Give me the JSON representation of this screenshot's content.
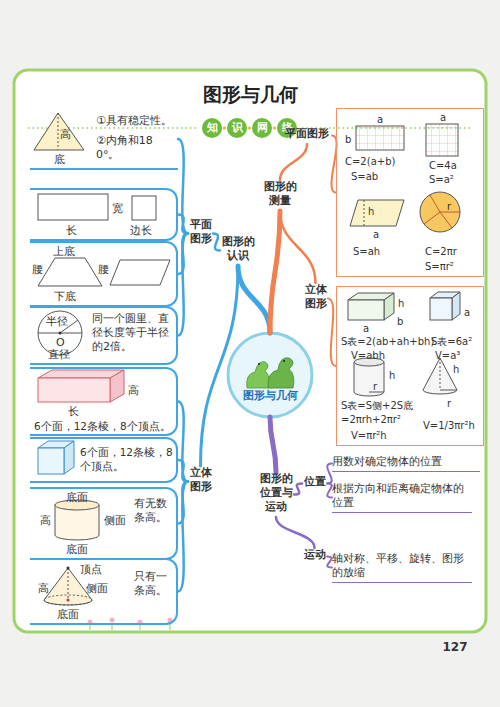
{
  "diagram": {
    "title": "图形与几何",
    "nodes": [
      {
        "text": [
          "图形与几何"
        ]
      },
      {
        "text": [
          "图形的认识"
        ]
      },
      {
        "text": [
          "平面图形"
        ]
      },
      {
        "text": [
          "立体图形"
        ]
      },
      {
        "text": [
          "高",
          "底",
          "①具有稳定性。",
          "②内角和180°。"
        ]
      },
      {
        "text": [
          "长",
          "宽",
          "边长"
        ]
      },
      {
        "text": [
          "上底",
          "腰",
          "腰",
          "下底"
        ]
      },
      {
        "text": [
          "半径",
          "O",
          "直径",
          "同一个圆里、直径长度等于半径的2倍。"
        ]
      },
      {
        "text": [
          "高",
          "长",
          "6个面，12条棱，8个顶点。"
        ]
      },
      {
        "text": [
          "6个面，12条棱，8个顶点。"
        ]
      },
      {
        "text": [
          "底面",
          "高",
          "侧面",
          "底面",
          "有无数条高。"
        ]
      },
      {
        "text": [
          "顶点",
          "高",
          "侧面",
          "底面",
          "只有一条高。"
        ]
      },
      {
        "text": [
          "图形的测量"
        ]
      },
      {
        "text": [
          "平面图形"
        ]
      },
      {
        "text": [
          "立体图形"
        ]
      },
      {
        "text": [
          "a",
          "b",
          "C=2(a+b)",
          "S=ab",
          "a",
          "C=4a",
          "S=a²",
          "h",
          "a",
          "S=ah",
          "r",
          "C=2πr",
          "S=πr²"
        ]
      },
      {
        "text": [
          "a",
          "b",
          "h",
          "S表=2(ab+ah+bh)",
          "V=abh",
          "a",
          "S表=6a²",
          "V=a³",
          "h",
          "r",
          "S表=S侧+2S底 =2πrh+2πr²",
          "V=πr²h",
          "h",
          "r",
          "V=1/3πr²h"
        ]
      },
      {
        "text": [
          "图形的位置与运动"
        ]
      },
      {
        "text": [
          "位置"
        ]
      },
      {
        "text": [
          "用数对确定物体的位置"
        ]
      },
      {
        "text": [
          "根据方向和距离确定物体的位置"
        ]
      },
      {
        "text": [
          "运动"
        ]
      },
      {
        "text": [
          "轴对称、平移、旋转、图形的放缩"
        ]
      }
    ],
    "edges": [
      {
        "from": 0,
        "to": 1,
        "arrow": "none"
      },
      {
        "from": 1,
        "to": 2,
        "arrow": "none"
      },
      {
        "from": 1,
        "to": 3,
        "arrow": "none"
      },
      {
        "from": 2,
        "to": 4,
        "arrow": "none"
      },
      {
        "from": 2,
        "to": 5,
        "arrow": "none"
      },
      {
        "from": 2,
        "to": 6,
        "arrow": "none"
      },
      {
        "from": 2,
        "to": 7,
        "arrow": "none"
      },
      {
        "from": 3,
        "to": 8,
        "arrow": "none"
      },
      {
        "from": 3,
        "to": 9,
        "arrow": "none"
      },
      {
        "from": 3,
        "to": 10,
        "arrow": "none"
      },
      {
        "from": 3,
        "to": 11,
        "arrow": "none"
      },
      {
        "from": 0,
        "to": 12,
        "arrow": "none"
      },
      {
        "from": 12,
        "to": 13,
        "arrow": "none"
      },
      {
        "from": 12,
        "to": 14,
        "arrow": "none"
      },
      {
        "from": 13,
        "to": 15,
        "arrow": "none"
      },
      {
        "from": 14,
        "to": 16,
        "arrow": "none"
      },
      {
        "from": 0,
        "to": 17,
        "arrow": "none"
      },
      {
        "from": 17,
        "to": 18,
        "arrow": "none"
      },
      {
        "from": 17,
        "to": 21,
        "arrow": "none"
      },
      {
        "from": 18,
        "to": 19,
        "arrow": "none"
      },
      {
        "from": 18,
        "to": 20,
        "arrow": "none"
      },
      {
        "from": 21,
        "to": 22,
        "arrow": "none"
      }
    ],
    "labels": [
      "知",
      "识",
      "网",
      "络",
      "127"
    ]
  }
}
